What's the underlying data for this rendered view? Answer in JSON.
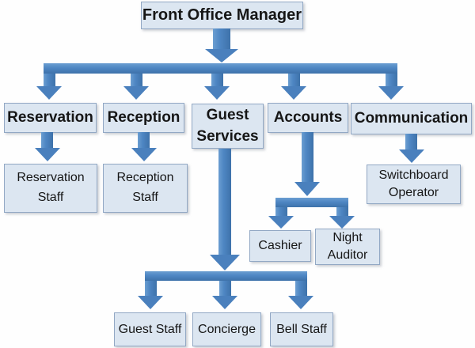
{
  "diagram_type": "org-chart",
  "nodes": {
    "front_office_manager": {
      "label": "Front Office Manager",
      "level": 1
    },
    "reservation": {
      "label": "Reservation",
      "level": 2
    },
    "reception": {
      "label": "Reception",
      "level": 2
    },
    "guest_services": {
      "label": "Guest Services",
      "level": 2
    },
    "accounts": {
      "label": "Accounts",
      "level": 2
    },
    "communication": {
      "label": "Communication",
      "level": 2
    },
    "reservation_staff": {
      "label": "Reservation Staff",
      "level": 3
    },
    "reception_staff": {
      "label": "Reception Staff",
      "level": 3
    },
    "switchboard_operator": {
      "label": "Switchboard Operator",
      "level": 3
    },
    "cashier": {
      "label": "Cashier",
      "level": 3
    },
    "night_auditor": {
      "label": "Night Auditor",
      "level": 3
    },
    "guest_staff": {
      "label": "Guest Staff",
      "level": 3
    },
    "concierge": {
      "label": "Concierge",
      "level": 3
    },
    "bell_staff": {
      "label": "Bell Staff",
      "level": 3
    }
  },
  "hierarchy": {
    "Front Office Manager": [
      "Reservation",
      "Reception",
      "Guest Services",
      "Accounts",
      "Communication"
    ],
    "Reservation": [
      "Reservation Staff"
    ],
    "Reception": [
      "Reception Staff"
    ],
    "Guest Services": [
      "Guest Staff",
      "Concierge",
      "Bell Staff"
    ],
    "Accounts": [
      "Cashier",
      "Night Auditor"
    ],
    "Communication": [
      "Switchboard Operator"
    ]
  },
  "colors": {
    "arrow_fill": "#4e86c3",
    "arrow_light_edge": "#6b9ed1",
    "arrow_dark_edge": "#3e72aa",
    "box_fill": "#dce6f1",
    "box_border": "#92a8c4",
    "text": "#161616",
    "background": "#fefefe"
  }
}
